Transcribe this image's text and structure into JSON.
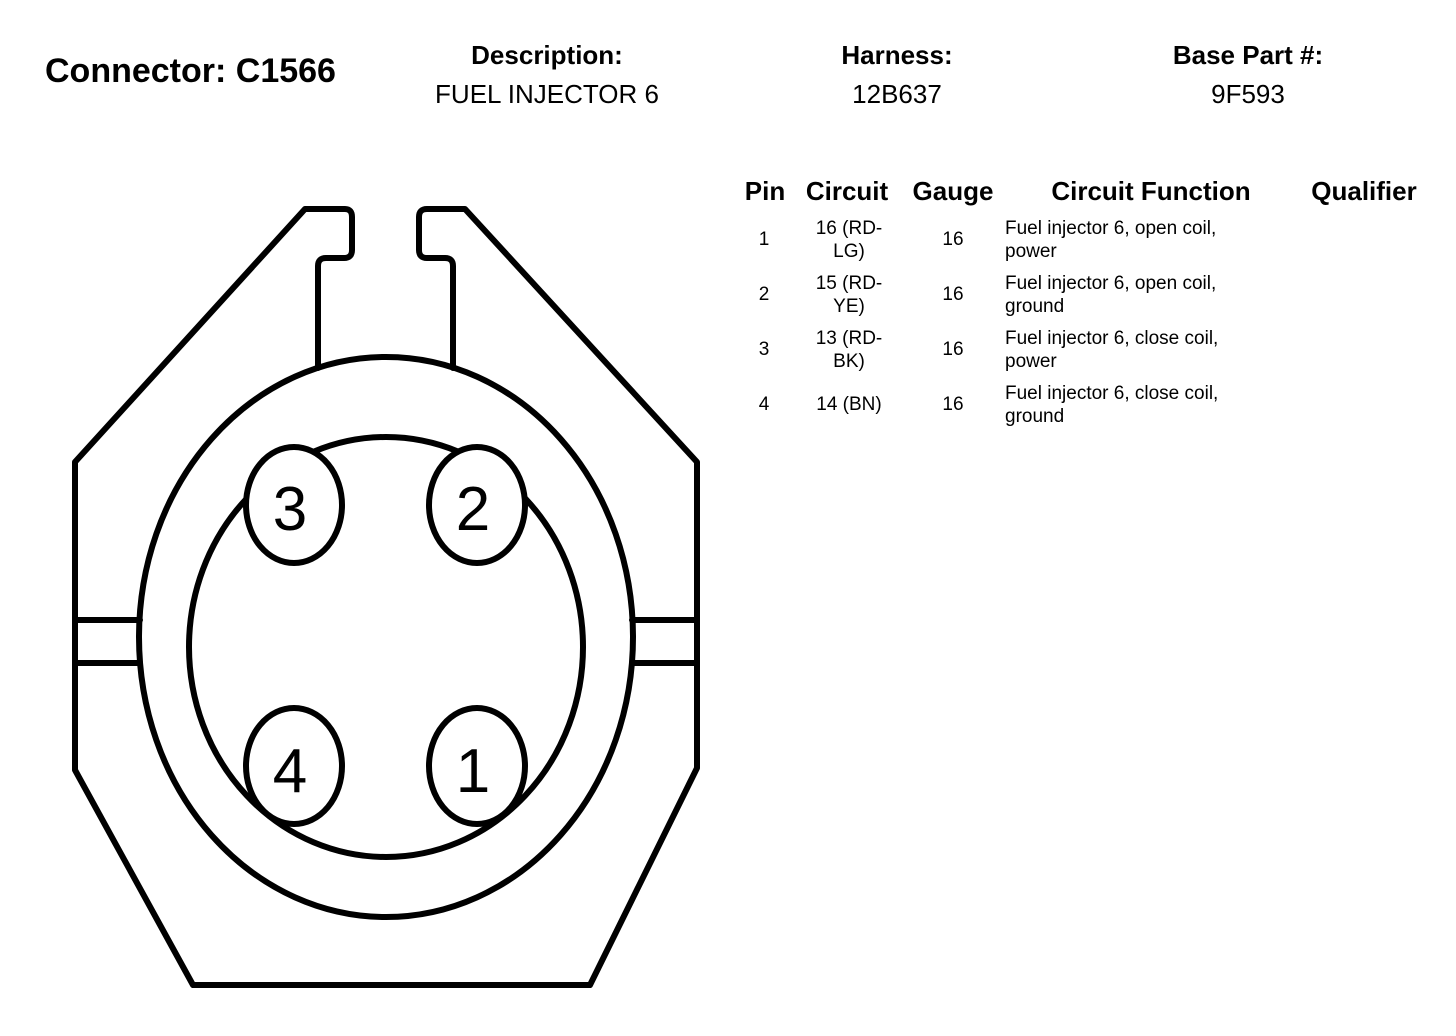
{
  "connector": {
    "label": "Connector: C1566",
    "description_label": "Description:",
    "description": "FUEL INJECTOR 6",
    "harness_label": "Harness:",
    "harness": "12B637",
    "base_part_label": "Base Part #:",
    "base_part": "9F593"
  },
  "diagram": {
    "pins": [
      "3",
      "2",
      "4",
      "1"
    ]
  },
  "table": {
    "headers": [
      "Pin",
      "Circuit",
      "Gauge",
      "Circuit Function",
      "Qualifier"
    ],
    "rows": [
      {
        "pin": "1",
        "circuit": "16 (RD-\nLG)",
        "gauge": "16",
        "function": "Fuel injector 6, open coil,\npower",
        "qualifier": ""
      },
      {
        "pin": "2",
        "circuit": "15 (RD-\nYE)",
        "gauge": "16",
        "function": "Fuel injector 6, open coil,\nground",
        "qualifier": ""
      },
      {
        "pin": "3",
        "circuit": "13 (RD-\nBK)",
        "gauge": "16",
        "function": "Fuel injector 6, close coil,\npower",
        "qualifier": ""
      },
      {
        "pin": "4",
        "circuit": "14 (BN)",
        "gauge": "16",
        "function": "Fuel injector 6, close coil,\nground",
        "qualifier": ""
      }
    ]
  }
}
